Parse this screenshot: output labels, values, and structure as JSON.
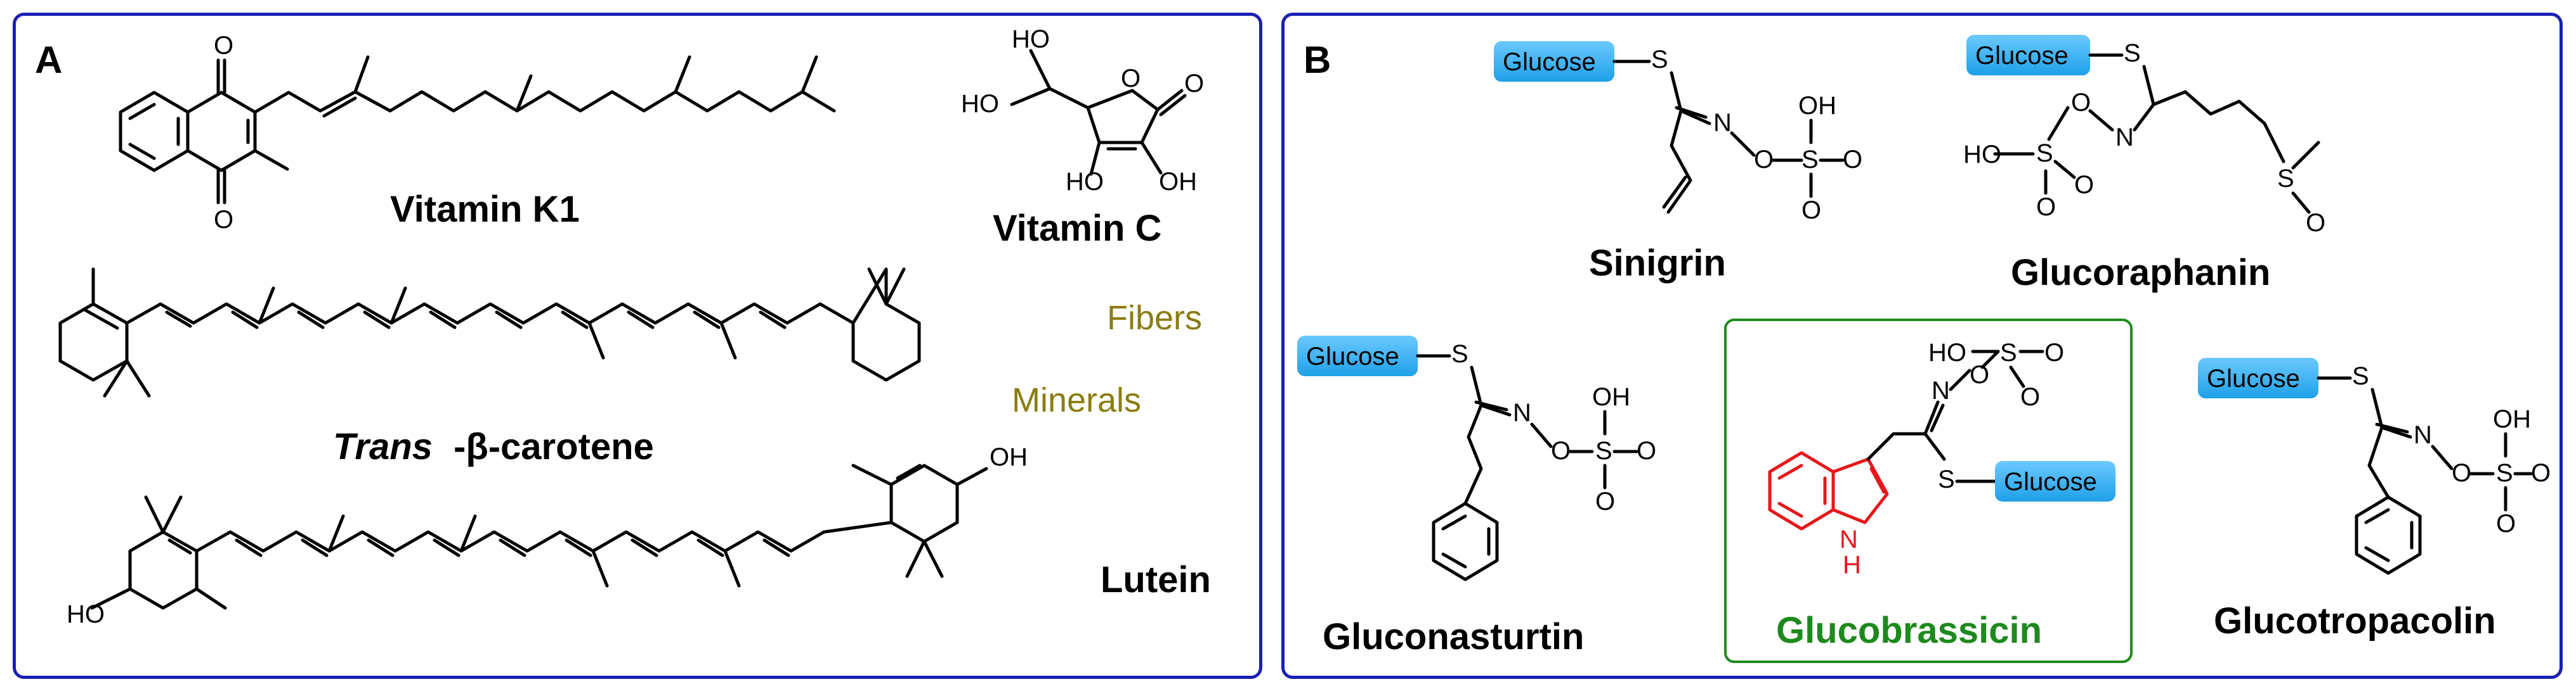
{
  "panels": {
    "a": {
      "letter": "A",
      "compounds": {
        "vitamin_k1": "Vitamin K1",
        "vitamin_c": "Vitamin C",
        "carotene_italic": "Trans",
        "carotene_rest": "-β-carotene",
        "lutein": "Lutein"
      },
      "other_nutrients": [
        "Fibers",
        "Minerals"
      ]
    },
    "b": {
      "letter": "B",
      "compounds": {
        "sinigrin": "Sinigrin",
        "glucoraphanin": "Glucoraphanin",
        "gluconasturtin": "Gluconasturtin",
        "glucobrassicin": "Glucobrassicin",
        "glucotropaeolin": "Glucotropacolin"
      },
      "sugar_label": "Glucose"
    }
  },
  "atoms": {
    "O": "O",
    "S": "S",
    "N": "N",
    "H": "H",
    "OH": "OH",
    "HO": "HO"
  },
  "colors": {
    "panel_border": "#1a1fb5",
    "highlight_box": "#1d8a1d",
    "indole_red": "#e8161a",
    "olive_text": "#8a7d12",
    "glucose_fill": "#1ea0e8"
  }
}
